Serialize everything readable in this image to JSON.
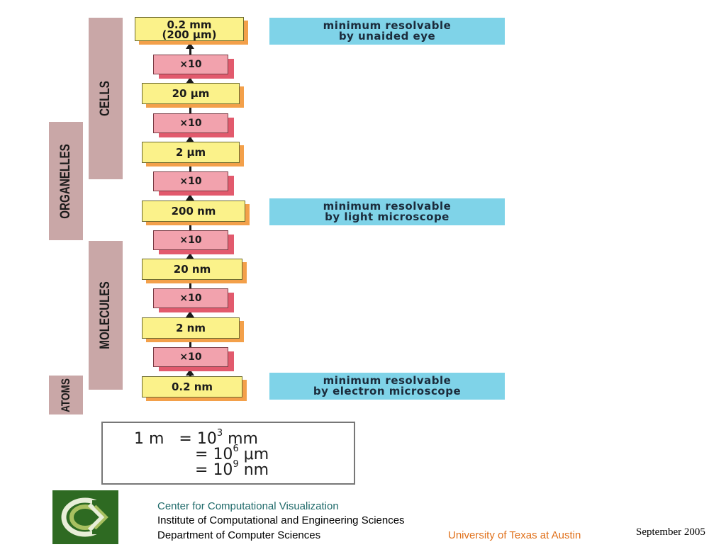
{
  "categories": {
    "cells": "CELLS",
    "organelles": "ORGANELLES",
    "molecules": "MOLECULES",
    "atoms": "ATOMS"
  },
  "scale": {
    "top_line1": "0.2 mm",
    "top_line2": "(200 μm)",
    "s20um": "20 μm",
    "s2um": "2 μm",
    "s200nm": "200 nm",
    "s20nm": "20 nm",
    "s2nm": "2 nm",
    "s02nm": "0.2 nm"
  },
  "multiplier": "×10",
  "notes": {
    "eye_line1": "minimum resolvable",
    "eye_line2": "by unaided eye",
    "light_line1": "minimum resolvable",
    "light_line2": "by light microscope",
    "electron_line1": "minimum resolvable",
    "electron_line2": "by electron microscope"
  },
  "formula": {
    "m": "1 m",
    "eq": "=",
    "mm_base": "10",
    "mm_exp": "3",
    "mm_unit": "mm",
    "um_base": "10",
    "um_exp": "6",
    "um_unit": "μm",
    "nm_base": "10",
    "nm_exp": "9",
    "nm_unit": "nm"
  },
  "footer": {
    "center": "Center for Computational Visualization",
    "institute": "Institute of Computational and Engineering Sciences",
    "department": "Department of Computer Sciences",
    "university": "University of Texas at Austin",
    "date": "September  2005"
  },
  "colors": {
    "category_bar": "#c9a7a7",
    "scale_box": "#fbf28a",
    "multiplier_box": "#f2a2ad",
    "info_box": "#7fd3e8",
    "footer_link": "#1f6a6a",
    "footer_orange": "#e0701a",
    "logo_bg": "#2e6a22"
  }
}
